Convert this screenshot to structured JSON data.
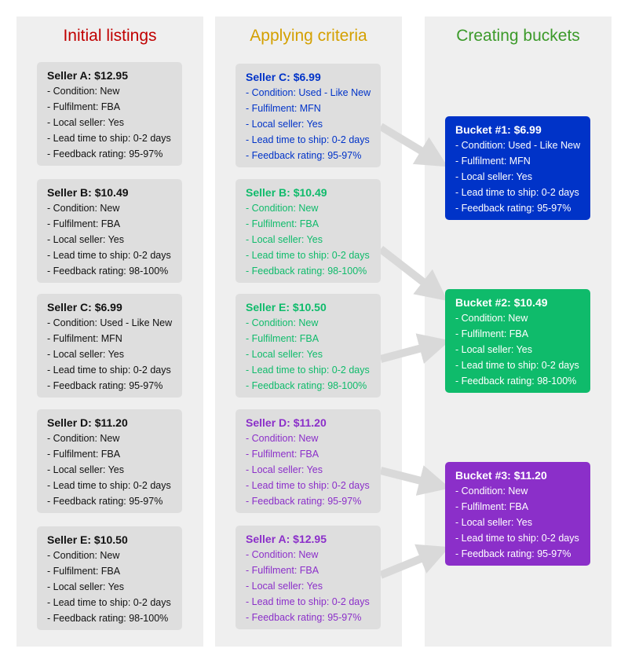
{
  "colors": {
    "initial_title": "#c00000",
    "criteria_title": "#d4a000",
    "buckets_title": "#3c9a2a",
    "blue": "#0033c8",
    "green": "#0fbb6b",
    "purple": "#8b2fc9",
    "arrow": "#d9d9d9"
  },
  "columns": [
    {
      "title": "Initial listings"
    },
    {
      "title": "Applying criteria"
    },
    {
      "title": "Creating buckets"
    }
  ],
  "initial": [
    {
      "title": "Seller A:  $12.95",
      "lines": [
        "- Condition: New",
        "- Fulfilment: FBA",
        "- Local seller: Yes",
        "- Lead time to ship: 0-2 days",
        "- Feedback rating: 95-97%"
      ]
    },
    {
      "title": "Seller B:  $10.49",
      "lines": [
        "- Condition: New",
        "- Fulfilment: FBA",
        "- Local seller: Yes",
        "- Lead time to ship: 0-2 days",
        "- Feedback rating: 98-100%"
      ]
    },
    {
      "title": "Seller C:  $6.99",
      "lines": [
        "- Condition: Used - Like New",
        "- Fulfilment: MFN",
        "- Local seller: Yes",
        "- Lead time to ship: 0-2 days",
        "- Feedback rating: 95-97%"
      ]
    },
    {
      "title": "Seller D:  $11.20",
      "lines": [
        "- Condition: New",
        "- Fulfilment: FBA",
        "- Local seller: Yes",
        "- Lead time to ship: 0-2 days",
        "- Feedback rating: 95-97%"
      ]
    },
    {
      "title": "Seller E:  $10.50",
      "lines": [
        "- Condition: New",
        "- Fulfilment: FBA",
        "- Local seller: Yes",
        "- Lead time to ship: 0-2 days",
        "- Feedback rating: 98-100%"
      ]
    }
  ],
  "criteria": [
    {
      "title": "Seller C:  $6.99",
      "color": "#0033c8",
      "lines": [
        "- Condition: Used - Like New",
        "- Fulfilment: MFN",
        "- Local seller: Yes",
        "- Lead time to ship: 0-2 days",
        "- Feedback rating: 95-97%"
      ]
    },
    {
      "title": "Seller B:  $10.49",
      "color": "#0fbb6b",
      "lines": [
        "- Condition: New",
        "- Fulfilment: FBA",
        "- Local seller: Yes",
        "- Lead time to ship: 0-2 days",
        "- Feedback rating: 98-100%"
      ]
    },
    {
      "title": "Seller E:  $10.50",
      "color": "#0fbb6b",
      "lines": [
        "- Condition: New",
        "- Fulfilment: FBA",
        "- Local seller: Yes",
        "- Lead time to ship: 0-2 days",
        "- Feedback rating: 98-100%"
      ]
    },
    {
      "title": "Seller D:  $11.20",
      "color": "#8b2fc9",
      "lines": [
        "- Condition: New",
        "- Fulfilment: FBA",
        "- Local seller: Yes",
        "- Lead time to ship: 0-2 days",
        "- Feedback rating: 95-97%"
      ]
    },
    {
      "title": "Seller A:  $12.95",
      "color": "#8b2fc9",
      "lines": [
        "- Condition: New",
        "- Fulfilment: FBA",
        "- Local seller: Yes",
        "- Lead time to ship: 0-2 days",
        "- Feedback rating: 95-97%"
      ]
    }
  ],
  "buckets": [
    {
      "title": "Bucket #1:  $6.99",
      "color": "#0033c8",
      "lines": [
        "- Condition: Used - Like New",
        "- Fulfilment: MFN",
        "- Local seller: Yes",
        "- Lead time to ship: 0-2 days",
        "- Feedback rating: 95-97%"
      ]
    },
    {
      "title": "Bucket #2:  $10.49",
      "color": "#0fbb6b",
      "lines": [
        "- Condition: New",
        "- Fulfilment: FBA",
        "- Local seller: Yes",
        "- Lead time to ship: 0-2 days",
        "- Feedback rating: 98-100%"
      ]
    },
    {
      "title": "Bucket #3:  $11.20",
      "color": "#8b2fc9",
      "lines": [
        "- Condition: New",
        "- Fulfilment: FBA",
        "- Local seller: Yes",
        "- Lead time to ship: 0-2 days",
        "- Feedback rating: 95-97%"
      ]
    }
  ]
}
